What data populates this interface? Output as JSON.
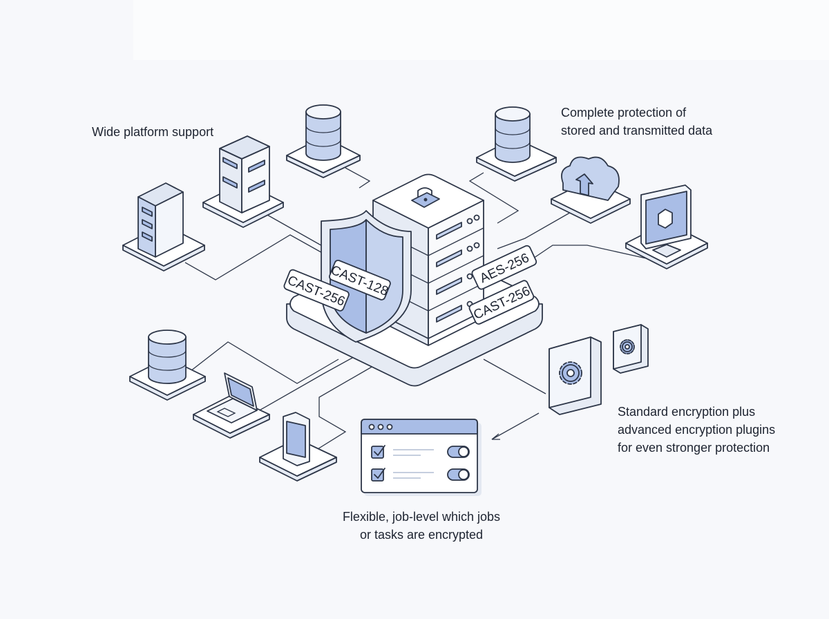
{
  "captions": {
    "platform": "Wide platform support",
    "protection_line1": "Complete protection of",
    "protection_line2": "stored and transmitted data",
    "plugins_line1": "Standard encryption plus",
    "plugins_line2": "advanced encryption plugins",
    "plugins_line3": "for even stronger protection",
    "jobs_line1": "Flexible, job-level which jobs",
    "jobs_line2": "or tasks are encrypted"
  },
  "tags": {
    "shield": "CAST-128",
    "left": "CAST-256",
    "right_top": "AES-256",
    "right_bottom": "CAST-256"
  },
  "colors": {
    "accent": "#a9bde6",
    "accent_light": "#d3def3",
    "stroke": "#2d3648",
    "surface": "#ffffff",
    "side": "#e6ebf4"
  },
  "icons": [
    "server-tower-icon",
    "database-icon",
    "cloud-upload-icon",
    "monitor-icon",
    "laptop-icon",
    "phone-icon",
    "gear-icon",
    "shield-icon",
    "lock-icon",
    "checkbox-icon",
    "toggle-icon"
  ]
}
